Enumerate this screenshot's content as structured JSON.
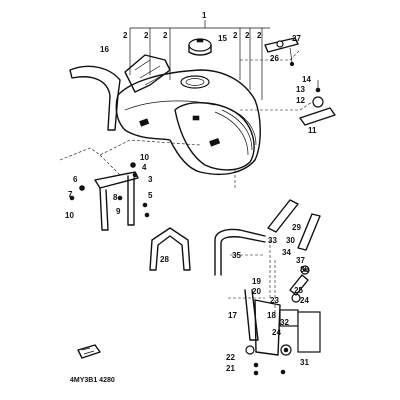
{
  "diagram": {
    "callouts": {
      "c1": "1",
      "c2a": "2",
      "c2b": "2",
      "c2c": "2",
      "c2d": "2",
      "c2e": "2",
      "c2f": "2",
      "c3": "3",
      "c4": "4",
      "c5": "5",
      "c6": "6",
      "c7": "7",
      "c8": "8",
      "c9": "9",
      "c10a": "10",
      "c10b": "10",
      "c11": "11",
      "c12": "12",
      "c13": "13",
      "c14": "14",
      "c15": "15",
      "c16": "16",
      "c17": "17",
      "c18": "18",
      "c19": "19",
      "c20": "20",
      "c21": "21",
      "c22": "22",
      "c23": "23",
      "c24a": "24",
      "c24b": "24",
      "c25": "25",
      "c26": "26",
      "c27": "27",
      "c28": "28",
      "c29": "29",
      "c30": "30",
      "c31": "31",
      "c32": "32",
      "c33": "33",
      "c34": "34",
      "c35": "35",
      "c36": "36",
      "c37": "37"
    },
    "caption": "4MY3B1 4280"
  }
}
